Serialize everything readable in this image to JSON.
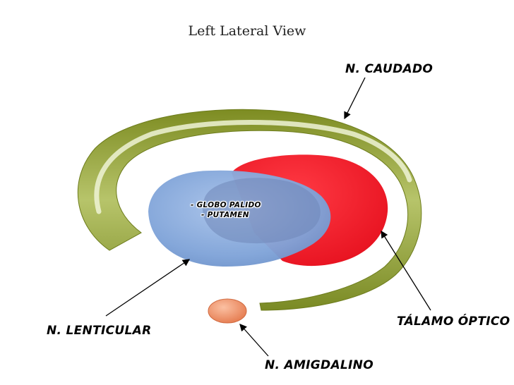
{
  "title": "Left Lateral View",
  "labels": {
    "caudado": "N. CAUDADO",
    "lenticular": "N. LENTICULAR",
    "amigdalino": "N. AMIGDALINO",
    "talamo": "TÁLAMO ÓPTICO",
    "globo_palido": "- GLOBO PALIDO",
    "putamen": "- PUTAMEN"
  },
  "colors": {
    "caudate": "#8e9b2e",
    "caudate_highlight": "#e7eec8",
    "lentiform": "#7ea3d6",
    "thalamus": "#ff1a2a",
    "amygdala": "#f0926a",
    "arrow": "#000000"
  }
}
